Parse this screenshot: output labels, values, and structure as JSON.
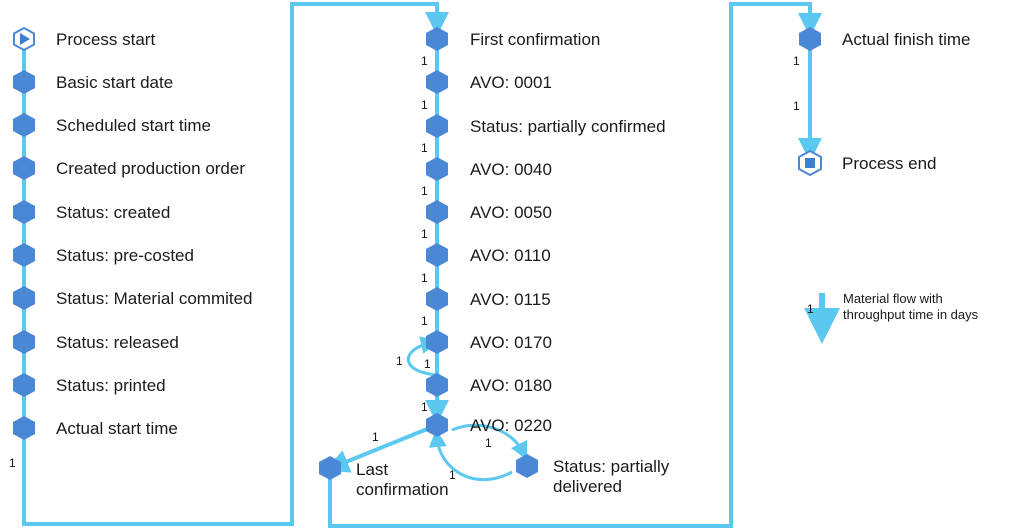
{
  "colors": {
    "flow": "#5bc8f0",
    "node_fill": "#4a88d6",
    "node_stroke": "#2f6fbf",
    "text": "#1a1a1a"
  },
  "columns": [
    {
      "nodes": [
        {
          "label": "Process start",
          "icon": "play-hexagon-icon"
        },
        {
          "label": "Basic start date",
          "icon": "hexagon-icon"
        },
        {
          "label": "Scheduled start time",
          "icon": "hexagon-icon"
        },
        {
          "label": "Created production order",
          "icon": "hexagon-icon"
        },
        {
          "label": "Status: created",
          "icon": "hexagon-icon"
        },
        {
          "label": "Status: pre-costed",
          "icon": "hexagon-icon"
        },
        {
          "label": "Status: Material commited",
          "icon": "hexagon-icon"
        },
        {
          "label": "Status: released",
          "icon": "hexagon-icon"
        },
        {
          "label": "Status: printed",
          "icon": "hexagon-icon"
        },
        {
          "label": "Actual start time",
          "icon": "hexagon-icon"
        }
      ],
      "edge_labels": [
        "1"
      ]
    },
    {
      "nodes": [
        {
          "label": "First confirmation",
          "icon": "hexagon-icon"
        },
        {
          "label": "AVO: 0001",
          "icon": "hexagon-icon"
        },
        {
          "label": "Status: partially confirmed",
          "icon": "hexagon-icon"
        },
        {
          "label": "AVO: 0040",
          "icon": "hexagon-icon"
        },
        {
          "label": "AVO: 0050",
          "icon": "hexagon-icon"
        },
        {
          "label": "AVO: 0110",
          "icon": "hexagon-icon"
        },
        {
          "label": "AVO: 0115",
          "icon": "hexagon-icon"
        },
        {
          "label": "AVO: 0170",
          "icon": "hexagon-icon"
        },
        {
          "label": "AVO: 0180",
          "icon": "hexagon-icon"
        },
        {
          "label": "AVO: 0220",
          "icon": "hexagon-icon"
        }
      ],
      "edge_labels": [
        "1",
        "1",
        "1",
        "1",
        "1",
        "1",
        "1",
        "1",
        "1",
        "1",
        "1",
        "1",
        "1"
      ],
      "branch_nodes": [
        {
          "label": "Last confirmation",
          "icon": "hexagon-icon"
        },
        {
          "label": "Status: partially delivered",
          "icon": "hexagon-icon"
        }
      ]
    },
    {
      "nodes": [
        {
          "label": "Actual finish time",
          "icon": "hexagon-icon"
        },
        {
          "label": "Process end",
          "icon": "stop-hexagon-icon"
        }
      ],
      "edge_labels": [
        "1",
        "1"
      ]
    }
  ],
  "legend": {
    "label": "1",
    "text": "Material flow with throughput time in days"
  }
}
